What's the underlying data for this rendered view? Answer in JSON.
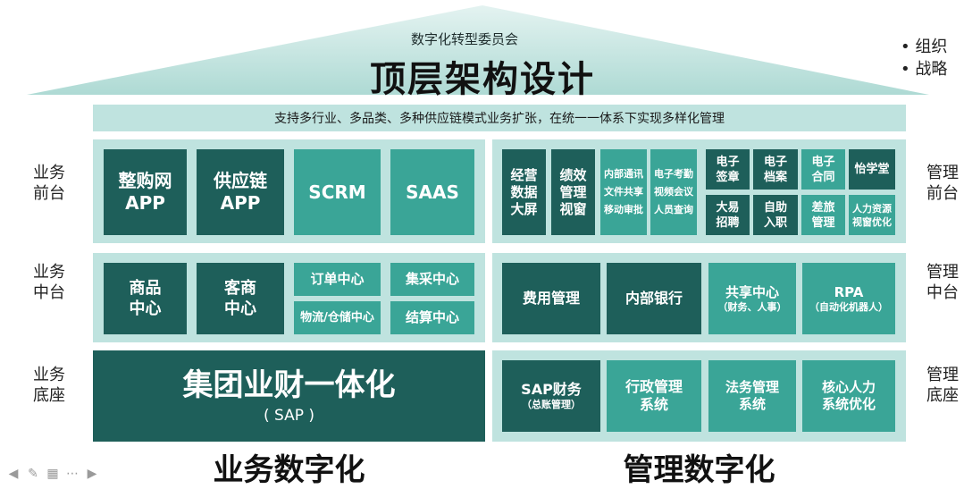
{
  "roof": {
    "committee": "数字化转型委员会",
    "title": "顶层架构设计"
  },
  "bullets": [
    "组织",
    "战略"
  ],
  "banner": "支持多行业、多品类、多种供应链模式业务扩张，在统一一体系下实现多样化管理",
  "labels": {
    "left": [
      "业务\n前台",
      "业务\n中台",
      "业务\n底座"
    ],
    "right": [
      "管理\n前台",
      "管理\n中台",
      "管理\n底座"
    ]
  },
  "business": {
    "front": [
      "整购网\nAPP",
      "供应链\nAPP",
      "SCRM",
      "SAAS"
    ],
    "middle_big": [
      "商品\n中心",
      "客商\n中心"
    ],
    "middle_small": [
      "订单中心",
      "集采中心",
      "物流/仓储中心",
      "结算中心"
    ],
    "base": {
      "title": "集团业财一体化",
      "sub": "( SAP )"
    }
  },
  "management": {
    "front_tall": [
      "经营\n数据\n大屏",
      "绩效\n管理\n视窗"
    ],
    "front_lists": [
      [
        "内部通讯",
        "文件共享",
        "移动审批"
      ],
      [
        "电子考勤",
        "视频会议",
        "人员查询"
      ]
    ],
    "front_grid": [
      "电子\n签章",
      "电子\n档案",
      "电子\n合同",
      "怡学堂",
      "大易\n招聘",
      "自助\n入职",
      "差旅\n管理",
      "人力资源\n视窗优化"
    ],
    "middle": [
      {
        "title": "费用管理",
        "sub": ""
      },
      {
        "title": "内部银行",
        "sub": ""
      },
      {
        "title": "共享中心",
        "sub": "（财务、人事）"
      },
      {
        "title": "RPA",
        "sub": "（自动化机器人）"
      }
    ],
    "base": [
      {
        "title": "SAP财务",
        "sub": "（总账管理）"
      },
      {
        "title": "行政管理\n系统",
        "sub": ""
      },
      {
        "title": "法务管理\n系统",
        "sub": ""
      },
      {
        "title": "核心人力\n系统优化",
        "sub": ""
      }
    ]
  },
  "footer": {
    "left": "业务数字化",
    "right": "管理数字化"
  },
  "colors": {
    "dark": "#1e5f5a",
    "teal": "#3aa597",
    "light": "#bfe3df"
  },
  "nav_icons": [
    "arrow-left-icon",
    "pen-icon",
    "slides-icon",
    "more-icon",
    "arrow-right-icon"
  ]
}
